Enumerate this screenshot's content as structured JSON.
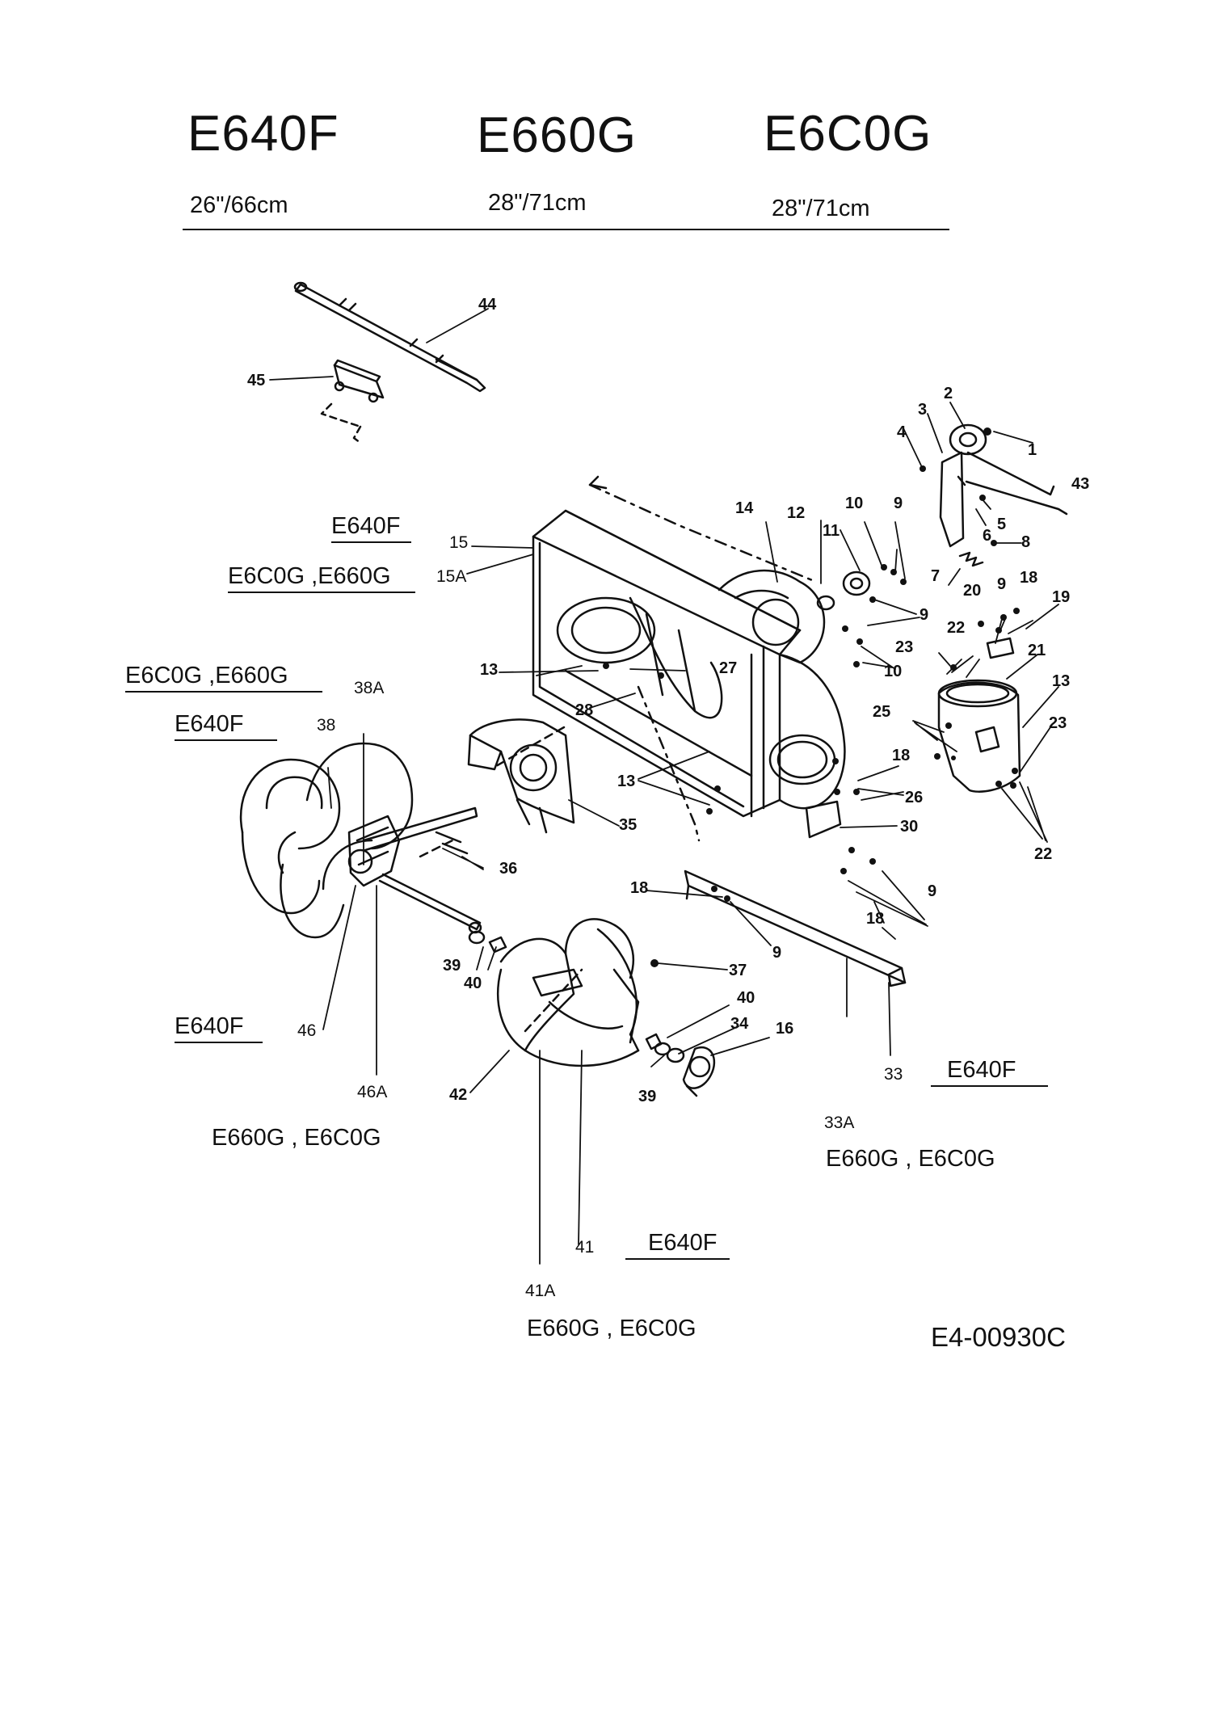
{
  "header": {
    "models": [
      "E640F",
      "E660G",
      "E6C0G"
    ],
    "sizes": [
      "26\"/66cm",
      "28\"/71cm",
      "28\"/71cm"
    ]
  },
  "side_labels": {
    "e640f_15": "E640F",
    "e6c0g_e660g_15a": "E6C0G  ,E660G",
    "e6c0g_e660g_38a": "E6C0G  ,E660G",
    "e640f_38": "E640F",
    "e640f_46": "E640F",
    "e660g_e6c0g_46a": "E660G  , E6C0G",
    "e640f_33": "E640F",
    "e660g_e6c0g_33a": "E660G  , E6C0G",
    "e640f_41": "E640F",
    "e660g_e6c0g_41a": "E660G  , E6C0G"
  },
  "callouts": {
    "c1": "1",
    "c2": "2",
    "c3": "3",
    "c4": "4",
    "c5": "5",
    "c6": "6",
    "c7": "7",
    "c8": "8",
    "c9a": "9",
    "c9b": "9",
    "c9c": "9",
    "c9d": "9",
    "c9e": "9",
    "c10a": "10",
    "c10b": "10",
    "c11": "11",
    "c12": "12",
    "c13a": "13",
    "c13b": "13",
    "c13c": "13",
    "c14": "14",
    "c15": "15",
    "c15a": "15A",
    "c16": "16",
    "c18a": "18",
    "c18b": "18",
    "c18c": "18",
    "c18d": "18",
    "c19": "19",
    "c20": "20",
    "c21": "21",
    "c22a": "22",
    "c22b": "22",
    "c23a": "23",
    "c23b": "23",
    "c25": "25",
    "c26": "26",
    "c27": "27",
    "c28": "28",
    "c30": "30",
    "c33": "33",
    "c33a": "33A",
    "c34": "34",
    "c35": "35",
    "c36": "36",
    "c37": "37",
    "c38": "38",
    "c38a": "38A",
    "c39a": "39",
    "c39b": "39",
    "c40a": "40",
    "c40b": "40",
    "c41": "41",
    "c41a": "41A",
    "c42": "42",
    "c43": "43",
    "c44": "44",
    "c45": "45",
    "c46": "46",
    "c46a": "46A"
  },
  "footer": {
    "reference": "E4-00930C"
  }
}
